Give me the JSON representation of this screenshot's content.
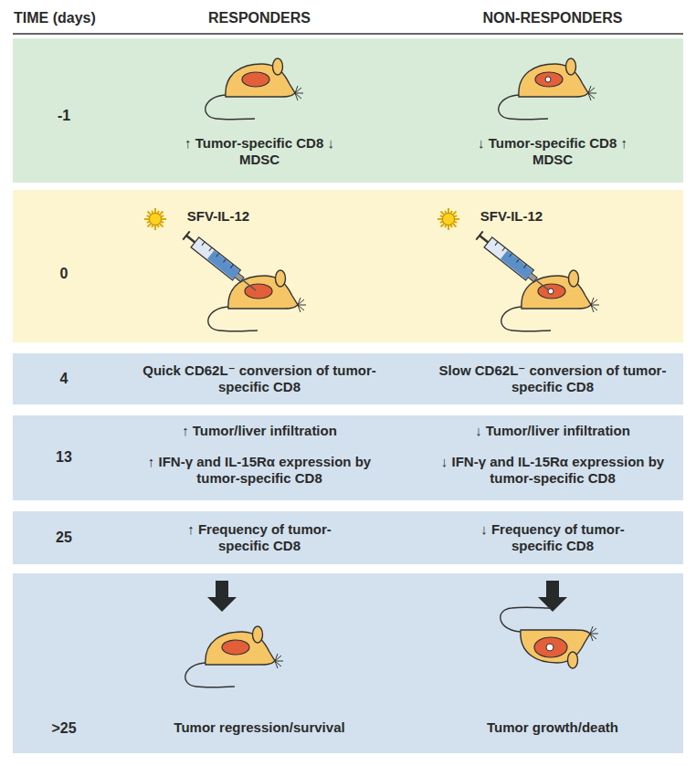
{
  "diagram": {
    "nodes": [
      {
        "text": [
          "-1",
          "↑ Tumor-specific CD8 ↓ MDSC",
          "↓ Tumor-specific CD8 ↑ MDSC"
        ]
      },
      {
        "text": [
          "0",
          "SFV-IL-12",
          "SFV-IL-12"
        ]
      },
      {
        "text": [
          "4",
          "Quick CD62L⁻ conversion of tumor-specific CD8",
          "Slow CD62L⁻ conversion of tumor-specific CD8"
        ]
      },
      {
        "text": [
          "13",
          "↑ Tumor/liver infiltration",
          "↑ IFN-γ and IL-15Rα expression by tumor-specific CD8",
          "↓ Tumor/liver infiltration",
          "↓ IFN-γ and IL-15Rα expression by tumor-specific CD8"
        ]
      },
      {
        "text": [
          "25",
          "↑ Frequency of tumor-specific CD8",
          "↓ Frequency of tumor-specific CD8"
        ]
      },
      {
        "text": [
          ">25",
          "Tumor regression/survival",
          "Tumor growth/death"
        ]
      }
    ],
    "labels": [
      "TIME (days)",
      "RESPONDERS",
      "NON-RESPONDERS"
    ]
  }
}
